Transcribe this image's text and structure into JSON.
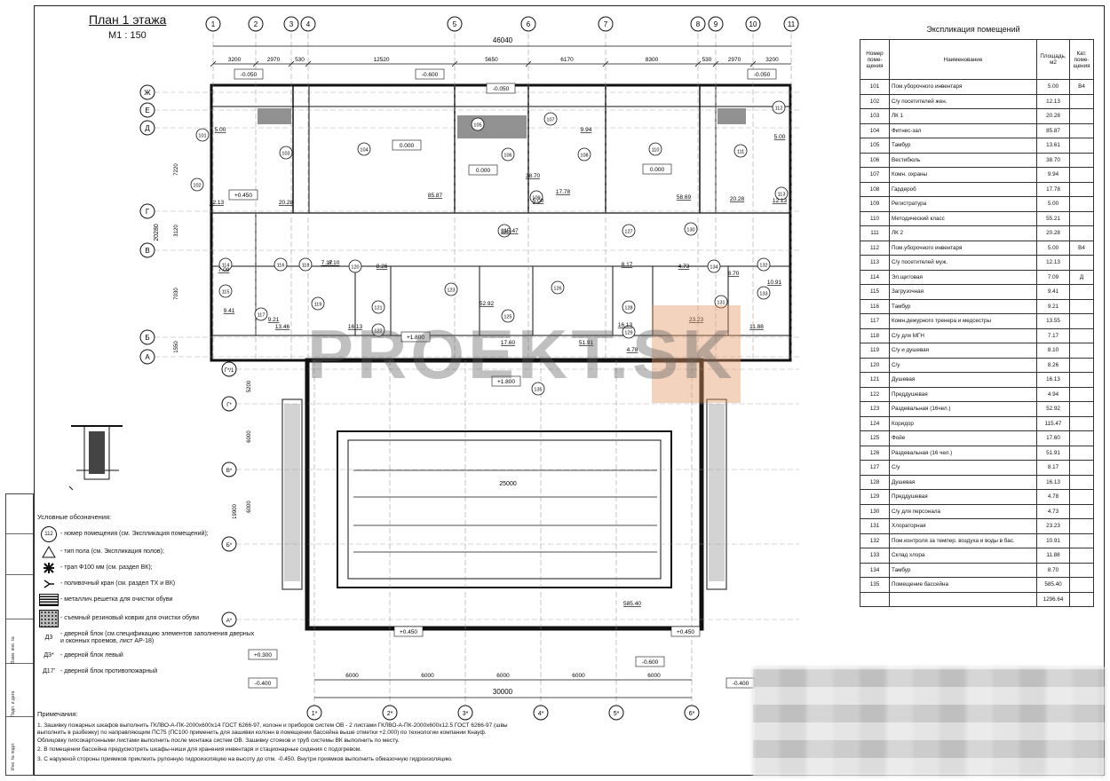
{
  "drawing": {
    "title": "План 1 этажа",
    "scale": "М1 : 150",
    "watermark": "PROEKT.SK",
    "total_length_top": "46040",
    "total_length_bottom": "30000",
    "total_depth": "20280",
    "pool_width": "25000",
    "pool_area": "585.40"
  },
  "axes": {
    "top": [
      "1",
      "2",
      "3",
      "4",
      "5",
      "6",
      "7",
      "8",
      "9",
      "10",
      "11"
    ],
    "bottom": [
      "1*",
      "2*",
      "3*",
      "4*",
      "5*",
      "6*"
    ],
    "left": [
      "Ж",
      "Е",
      "Д",
      "Г",
      "В",
      "Б",
      "А",
      "Г*/1",
      "Г*",
      "В*",
      "Б*",
      "А*"
    ],
    "top_dims": [
      "3200",
      "2970",
      "530",
      "12520",
      "5650",
      "6170",
      "8300",
      "530",
      "2970",
      "3200"
    ],
    "bottom_dims": [
      "6000",
      "6000",
      "6000",
      "6000",
      "6000"
    ],
    "left_dims": [
      "7220",
      "3120",
      "7030",
      "1550",
      "5200",
      "6000",
      "6000",
      "19900"
    ]
  },
  "levels": [
    "-0.050",
    "-0.600",
    "-0.050",
    "-0.050",
    "0.000",
    "0.000",
    "0.000",
    "+0.450",
    "+1.800",
    "+1.800",
    "+0.300",
    "-0.400",
    "+0.450",
    "+0.450",
    "-0.600",
    "-0.400"
  ],
  "room_tags": [
    "101",
    "102",
    "103",
    "104",
    "105",
    "106",
    "107",
    "108",
    "109",
    "110",
    "111",
    "112",
    "113",
    "114",
    "115",
    "116",
    "117",
    "118",
    "119",
    "120",
    "121",
    "122",
    "123",
    "124",
    "125",
    "126",
    "127",
    "128",
    "129",
    "130",
    "131",
    "132",
    "133",
    "134",
    "135"
  ],
  "plan_areas": [
    "5.00",
    "12.13",
    "20.28",
    "85.87",
    "38.70",
    "9.94",
    "17.78",
    "5.00",
    "58.69",
    "20.28",
    "5.00",
    "12.13",
    "7.09",
    "9.41",
    "9.21",
    "13.46",
    "7.17",
    "8.10",
    "8.26",
    "16.13",
    "52.92",
    "115.47",
    "17.60",
    "51.91",
    "8.17",
    "16.13",
    "4.78",
    "4.73",
    "23.23",
    "10.91",
    "11.88",
    "8.70",
    "585.40"
  ],
  "legend": {
    "header": "Условные обозначения:",
    "items": [
      {
        "sym": "112",
        "text": "- номер помещения (см. Экспликация помещений);"
      },
      {
        "sym": "",
        "text": "- тип пола (см. Экспликация полов);"
      },
      {
        "sym": "",
        "text": "- трап Ф100 мм (см. раздел ВК);"
      },
      {
        "sym": "",
        "text": "- поливочный кран (см. раздел ТХ и ВК)"
      },
      {
        "sym": "",
        "text": "- металлич.решетка для очистки обуви"
      },
      {
        "sym": "",
        "text": "- съемный резиновый коврик для очистки обуви"
      },
      {
        "sym": "Д3",
        "text": "- дверной блок (см.спецификацию элементов заполнения дверных и оконных проемов, лист АР-18)"
      },
      {
        "sym": "Д3*",
        "text": "- дверной блок левый"
      },
      {
        "sym": "Д17'",
        "text": "- дверной блок противопожарный"
      }
    ]
  },
  "notes": {
    "header": "Примечания:",
    "items": [
      "1. Зашивку пожарных шкафов выполнить ГКЛВО-А-ПК-2000х600х14 ГОСТ 6266-97, колонн и приборов систем ОВ - 2 листами ГКЛВО-А-ПК-2000х600х12.5 ГОСТ 6266-97 (швы выполнить в разбежку) по направляющим ПС75 (ПС100 применить для зашивки колонн в помещении бассейна выше отметки +2.000) по технологии компании Кнауф. Облицовку гипсокартонными листами выполнить после монтажа систем ОВ. Зашивку стояков и труб системы ВК выполнить по месту.",
      "2. В помещении бассейна предусмотреть шкафы-ниши для хранения инвентаря и стационарные сидения с подогревом.",
      "3. С наружной стороны приямков приклеить рулонную гидроизоляцию на высоту до отм. -0.450. Внутри приямков выполнить обмазочную гидроизоляцию."
    ]
  },
  "stamp": {
    "labels": [
      "Взам. инв. №",
      "Подп. и дата",
      "Инв. № подл."
    ]
  },
  "explication": {
    "title": "Экспликация помещений",
    "headers": [
      "Номер поме- щения",
      "Наименование",
      "Площадь, м2",
      "Кат. поме- щения"
    ],
    "rows": [
      [
        "101",
        "Пом.уборочного инвентаря",
        "5.00",
        "В4"
      ],
      [
        "102",
        "С/у посетителей жен.",
        "12.13",
        ""
      ],
      [
        "103",
        "ЛК 1",
        "20.28",
        ""
      ],
      [
        "104",
        "Фитнес-зал",
        "85.87",
        ""
      ],
      [
        "105",
        "Тамбур",
        "13.61",
        ""
      ],
      [
        "106",
        "Вестибюль",
        "38.70",
        ""
      ],
      [
        "107",
        "Комн. охраны",
        "9.94",
        ""
      ],
      [
        "108",
        "Гардероб",
        "17.78",
        ""
      ],
      [
        "109",
        "Регистратура",
        "5.00",
        ""
      ],
      [
        "110",
        "Методический класс",
        "55.21",
        ""
      ],
      [
        "111",
        "ЛК 2",
        "20.28",
        ""
      ],
      [
        "112",
        "Пом.уборочного инвентаря",
        "5.00",
        "В4"
      ],
      [
        "113",
        "С/у посетителей муж.",
        "12.13",
        ""
      ],
      [
        "114",
        "Эл.щитовая",
        "7.09",
        "Д"
      ],
      [
        "115",
        "Загрузочная",
        "9.41",
        ""
      ],
      [
        "116",
        "Тамбур",
        "9.21",
        ""
      ],
      [
        "117",
        "Комн.дежурного тренера и медсестры",
        "13.55",
        ""
      ],
      [
        "118",
        "С/у для МГН",
        "7.17",
        ""
      ],
      [
        "119",
        "С/у и душевая",
        "8.10",
        ""
      ],
      [
        "120",
        "С/у",
        "8.26",
        ""
      ],
      [
        "121",
        "Душевая",
        "16.13",
        ""
      ],
      [
        "122",
        "Преддушевая",
        "4.94",
        ""
      ],
      [
        "123",
        "Раздевальная (16чел.)",
        "52.92",
        ""
      ],
      [
        "124",
        "Коридор",
        "115.47",
        ""
      ],
      [
        "125",
        "Фойе",
        "17.60",
        ""
      ],
      [
        "126",
        "Раздевальная (16 чел.)",
        "51.91",
        ""
      ],
      [
        "127",
        "С/у",
        "8.17",
        ""
      ],
      [
        "128",
        "Душевая",
        "16.13",
        ""
      ],
      [
        "129",
        "Преддушевая",
        "4.78",
        ""
      ],
      [
        "130",
        "С/у для персонала",
        "4.73",
        ""
      ],
      [
        "131",
        "Хлораторная",
        "23.23",
        ""
      ],
      [
        "132",
        "Пом.контроля за темпер. воздуха и воды в бас.",
        "10.91",
        ""
      ],
      [
        "133",
        "Склад хлора",
        "11.88",
        ""
      ],
      [
        "134",
        "Тамбур",
        "8.70",
        ""
      ],
      [
        "135",
        "Помещение бассейна",
        "585.40",
        ""
      ]
    ],
    "total": "1296.64"
  }
}
